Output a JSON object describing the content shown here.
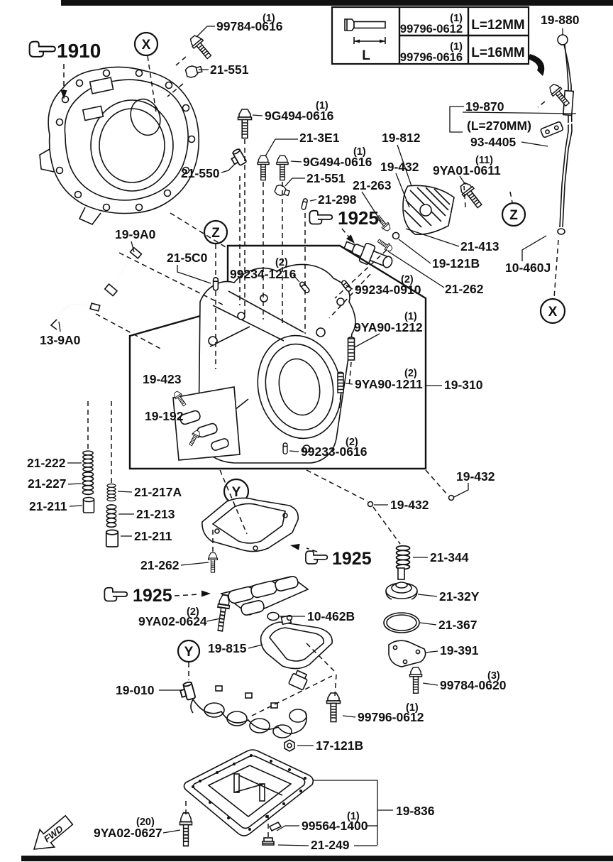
{
  "legend": {
    "dimension_label": "L",
    "rows": [
      {
        "qty": "(1)",
        "part": "99796-0612",
        "length": "L=12MM"
      },
      {
        "qty": "(1)",
        "part": "99796-0616",
        "length": "L=16MM"
      }
    ]
  },
  "callouts": {
    "c1910": "1910",
    "c1925a": "1925",
    "c1925b": "1925",
    "c1925c": "1925"
  },
  "markers": {
    "x1": "X",
    "x2": "X",
    "z1": "Z",
    "z2": "Z",
    "y1": "Y",
    "y2": "Y"
  },
  "fwd": {
    "label": "FWD"
  },
  "labels": {
    "l99784_0616": {
      "qty": "(1)",
      "text": "99784-0616"
    },
    "l21_551a": {
      "text": "21-551"
    },
    "l9g494a": {
      "qty": "(1)",
      "text": "9G494-0616"
    },
    "l21_3e1": {
      "text": "21-3E1"
    },
    "l9g494b": {
      "qty": "(1)",
      "text": "9G494-0616"
    },
    "l21_550": {
      "text": "21-550"
    },
    "l21_551b": {
      "text": "21-551"
    },
    "l21_263": {
      "text": "21-263"
    },
    "l21_298": {
      "text": "21-298"
    },
    "l19_812": {
      "text": "19-812"
    },
    "l19_432a": {
      "text": "19-432"
    },
    "l9ya01_0611": {
      "qty": "(11)",
      "text": "9YA01-0611"
    },
    "l19_880": {
      "text": "19-880"
    },
    "l19_870": {
      "text": "19-870"
    },
    "l_270mm": {
      "text": "(L=270MM)"
    },
    "l93_4405": {
      "text": "93-4405"
    },
    "l21_413": {
      "text": "21-413"
    },
    "l19_121b": {
      "text": "19-121B"
    },
    "l21_262a": {
      "text": "21-262"
    },
    "l99234_0910": {
      "qty": "(2)",
      "text": "99234-0910"
    },
    "l10_460j": {
      "text": "10-460J"
    },
    "l19_9a0": {
      "text": "19-9A0"
    },
    "l21_5c0": {
      "text": "21-5C0"
    },
    "l99234_1216": {
      "qty": "(2)",
      "text": "99234-1216"
    },
    "l13_9a0": {
      "text": "13-9A0"
    },
    "l9ya90_1212": {
      "qty": "(1)",
      "text": "9YA90-1212"
    },
    "l9ya90_1211": {
      "qty": "(2)",
      "text": "9YA90-1211"
    },
    "l19_310": {
      "text": "19-310"
    },
    "l19_423": {
      "text": "19-423"
    },
    "l19_192": {
      "text": "19-192"
    },
    "l99233_0616": {
      "qty": "(2)",
      "text": "99233-0616"
    },
    "l19_432b": {
      "text": "19-432"
    },
    "l19_432c": {
      "text": "19-432"
    },
    "l21_222": {
      "text": "21-222"
    },
    "l21_227": {
      "text": "21-227"
    },
    "l21_211a": {
      "text": "21-211"
    },
    "l21_217a": {
      "text": "21-217A"
    },
    "l21_213": {
      "text": "21-213"
    },
    "l21_211b": {
      "text": "21-211"
    },
    "l21_344": {
      "text": "21-344"
    },
    "l21_262b": {
      "text": "21-262"
    },
    "l21_32y": {
      "text": "21-32Y"
    },
    "l21_367": {
      "text": "21-367"
    },
    "l9ya02_0624": {
      "qty": "(2)",
      "text": "9YA02-0624"
    },
    "l10_462b": {
      "text": "10-462B"
    },
    "l19_815": {
      "text": "19-815"
    },
    "l19_391": {
      "text": "19-391"
    },
    "l99784_0620": {
      "qty": "(3)",
      "text": "99784-0620"
    },
    "l19_010": {
      "text": "19-010"
    },
    "l99796_0612": {
      "qty": "(1)",
      "text": "99796-0612"
    },
    "l17_121b": {
      "text": "17-121B"
    },
    "l19_836": {
      "text": "19-836"
    },
    "l99564_1400": {
      "qty": "(1)",
      "text": "99564-1400"
    },
    "l21_249": {
      "text": "21-249"
    },
    "l9ya02_0627": {
      "qty": "(20)",
      "text": "9YA02-0627"
    }
  }
}
